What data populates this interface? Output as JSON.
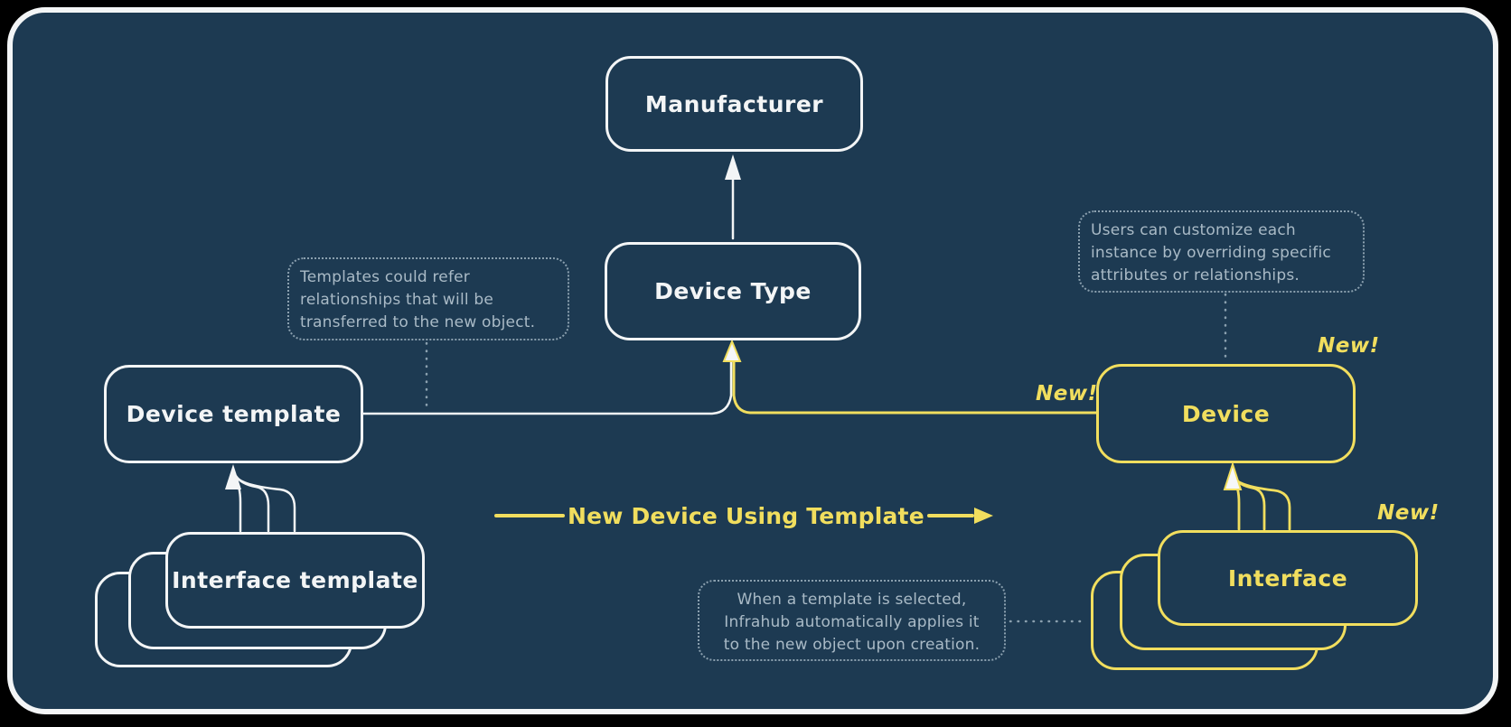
{
  "nodes": {
    "manufacturer": "Manufacturer",
    "device_type": "Device Type",
    "device_template": "Device template",
    "interface_template": "Interface template",
    "device": "Device",
    "interface": "Interface"
  },
  "badges": {
    "new": "New!"
  },
  "flow": {
    "label": "New Device Using Template"
  },
  "notes": {
    "templates": "Templates could refer\nrelationships that will be\ntransferred to the new object.",
    "users": "Users can customize each\ninstance by overriding specific\nattributes or relationships.",
    "when": "When a template is selected,\nInfrahub automatically applies it\nto the new object upon creation."
  },
  "colors": {
    "background": "#1d3a52",
    "stroke_white": "#f3f5f6",
    "accent_yellow": "#f1de5e",
    "note_text": "#a9bac6"
  }
}
